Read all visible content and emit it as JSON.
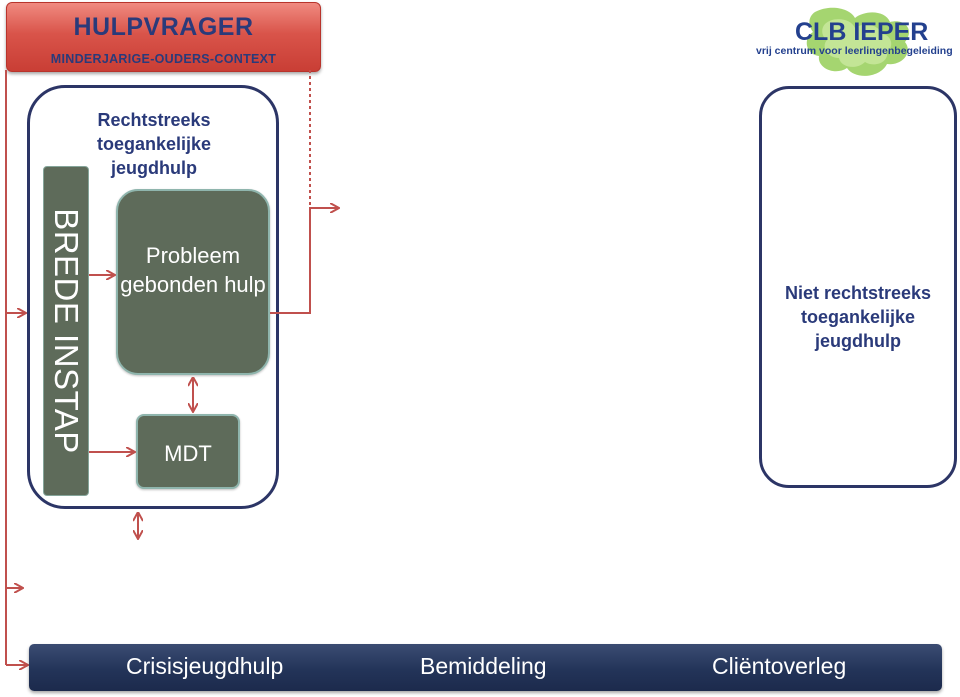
{
  "header": {
    "title": "HULPVRAGER",
    "subtitle": "MINDERJARIGE-OUDERS-CONTEXT"
  },
  "logo": {
    "name": "CLB IEPER",
    "tagline": "vrij centrum voor leerlingenbegeleiding"
  },
  "left_frame": {
    "title": "Rechtstreeks toegankelijke jeugdhulp"
  },
  "brede_instap": {
    "label": "BREDE INSTAP"
  },
  "boxes": {
    "probleem": "Probleem gebonden hulp",
    "mdt": "MDT"
  },
  "right_frame": {
    "title": "Niet rechtstreeks toegankelijke jeugdhulp"
  },
  "bottom_bar": {
    "items": [
      "Crisisjeugdhulp",
      "Bemiddeling",
      "Cliëntoverleg"
    ]
  },
  "colors": {
    "header_red": "#d9544a",
    "navy_text": "#2a3a7a",
    "frame_border": "#2c3566",
    "box_green": "#5e6b5a",
    "arrow_red": "#c0504d",
    "bottom_navy": "#233459"
  }
}
